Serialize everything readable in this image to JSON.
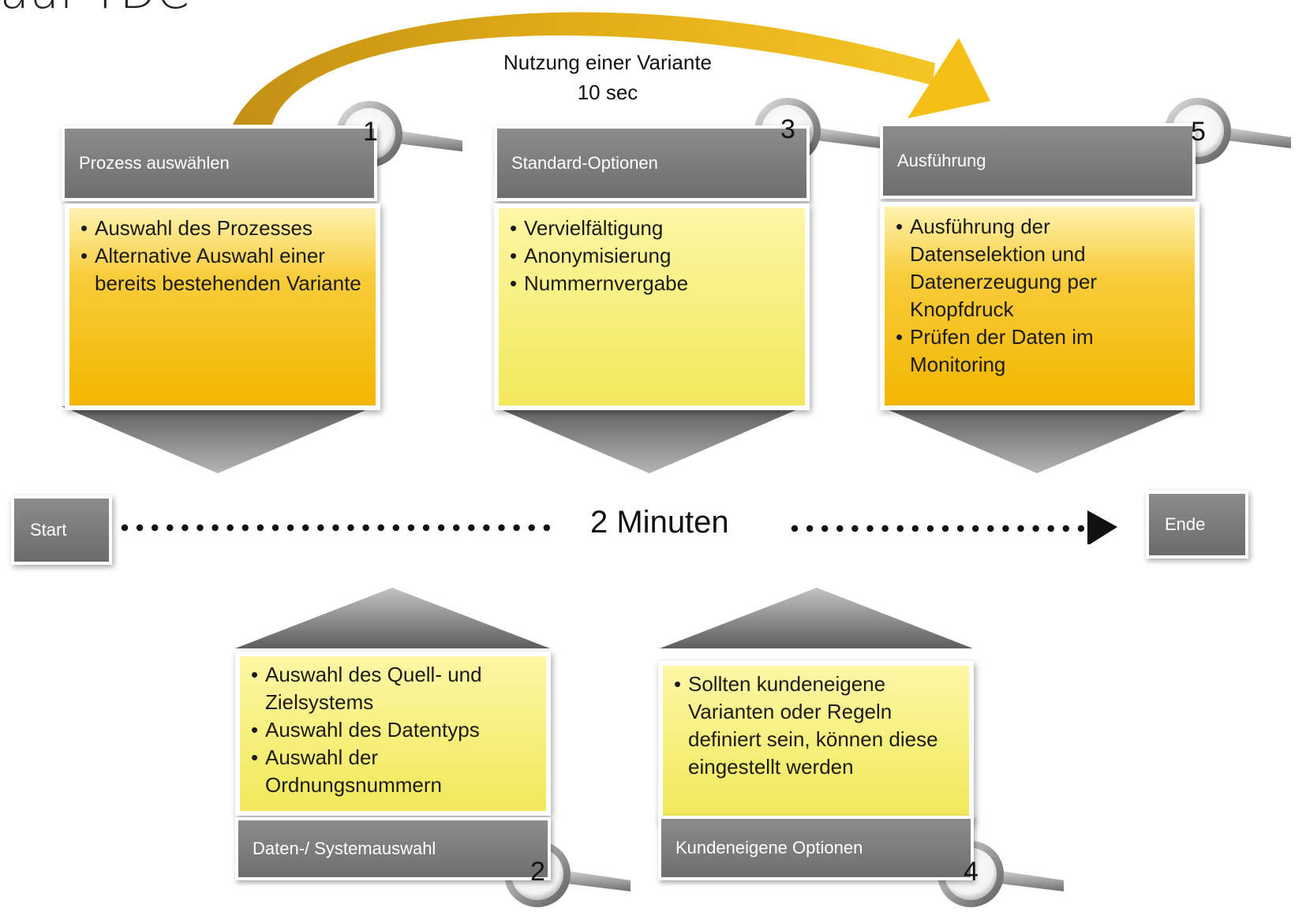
{
  "title": "auf TDC",
  "top_note": {
    "line1": "Nutzung einer Variante",
    "line2": "10 sec"
  },
  "timeline": {
    "start": "Start",
    "label": "2 Minuten",
    "end": "Ende"
  },
  "steps": [
    {
      "number": "1",
      "header": "Prozess auswählen",
      "bullets": [
        "Auswahl des Prozesses",
        "Alternative Auswahl einer bereits bestehenden Variante"
      ]
    },
    {
      "number": "2",
      "header": "Daten-/ Systemauswahl",
      "bullets": [
        " Auswahl des Quell- und Zielsystems",
        "Auswahl des Datentyps",
        "Auswahl der Ordnungsnummern"
      ]
    },
    {
      "number": "3",
      "header": "Standard-Optionen",
      "bullets": [
        "Vervielfältigung",
        "Anonymisierung",
        "Nummernvergabe"
      ]
    },
    {
      "number": "4",
      "header": "Kundeneigene Optionen",
      "bullets": [
        "Sollten kundeneigene Varianten oder Regeln definiert sein, können diese eingestellt werden"
      ]
    },
    {
      "number": "5",
      "header": "Ausführung",
      "bullets": [
        "Ausführung der Datenselektion und Datenerzeugung per Knopfdruck",
        "Prüfen der Daten im Monitoring"
      ]
    }
  ],
  "colors": {
    "accent_orange": "#f3b600",
    "accent_yellow": "#f3ea63",
    "header_gray": "#7d7d7d"
  },
  "icons": {
    "step_marker": "magnifier-icon",
    "timeline_end": "arrowhead-icon"
  }
}
